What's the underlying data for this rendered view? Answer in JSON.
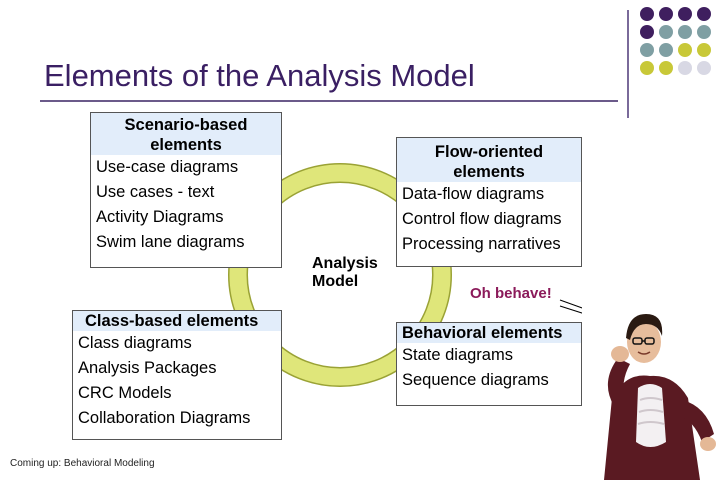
{
  "slide": {
    "title": "Elements of the Analysis Model",
    "footer": "Coming up: Behavioral Modeling",
    "center_label_line1": "Analysis",
    "center_label_line2": "Model",
    "callout": "Oh behave!"
  },
  "boxes": {
    "scenario": {
      "heading_line1": "Scenario-based",
      "heading_line2": "elements",
      "items": [
        "Use-case diagrams",
        "Use cases - text",
        "Activity Diagrams",
        "Swim lane diagrams"
      ]
    },
    "flow": {
      "heading_line1": "Flow-oriented",
      "heading_line2": "elements",
      "items": [
        "Data-flow diagrams",
        "Control flow diagrams",
        "Processing narratives"
      ]
    },
    "class": {
      "heading": "Class-based elements",
      "items": [
        "Class diagrams",
        "Analysis Packages",
        "CRC Models",
        "Collaboration Diagrams"
      ]
    },
    "behavioral": {
      "heading": "Behavioral elements",
      "items": [
        "State diagrams",
        "Sequence diagrams"
      ]
    }
  },
  "colors": {
    "title": "#3a1f63",
    "ring": "#dfe67a",
    "ring_outline": "#9aa235",
    "callout": "#8b1a5a",
    "box_header_bg": "#e2edfa",
    "dots": [
      "#3f1f5f",
      "#7f9fa3",
      "#c8c838",
      "#d8d8e4"
    ]
  },
  "decorations": {
    "dot_grid": "decorative-dot-grid",
    "photo": "person-photo"
  }
}
